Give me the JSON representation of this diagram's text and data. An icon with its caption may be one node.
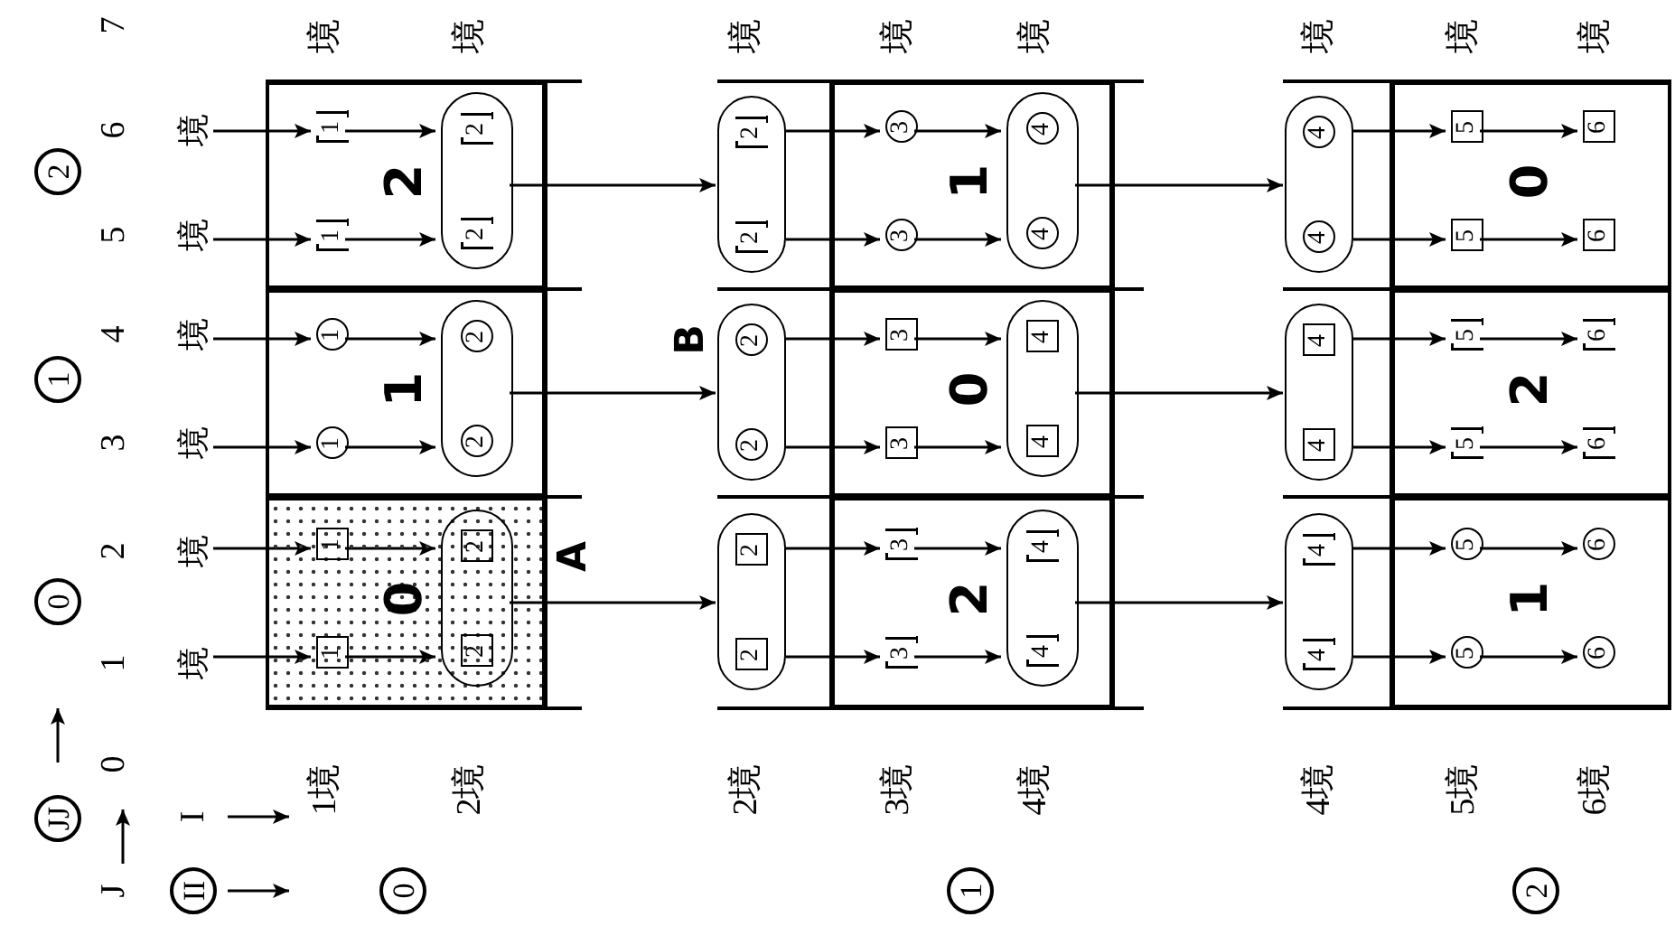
{
  "diagram": {
    "nodes": [
      {
        "text": [
          "境"
        ]
      },
      {
        "text": [
          "境"
        ]
      },
      {
        "text": [
          "境"
        ]
      },
      {
        "text": [
          "境"
        ]
      },
      {
        "text": [
          "境"
        ]
      },
      {
        "text": [
          "境"
        ]
      },
      {
        "text": [
          "0"
        ]
      },
      {
        "text": [
          "1"
        ],
        "in": 6
      },
      {
        "text": [
          "1"
        ],
        "in": 6
      },
      {
        "text": [
          "2",
          "2"
        ],
        "in": 6
      },
      {
        "text": [
          "1"
        ]
      },
      {
        "text": [
          "1"
        ],
        "in": 10
      },
      {
        "text": [
          "1"
        ],
        "in": 10
      },
      {
        "text": [
          "2",
          "2"
        ],
        "in": 10
      },
      {
        "text": [
          "2"
        ]
      },
      {
        "text": [
          "1"
        ],
        "in": 14
      },
      {
        "text": [
          "1"
        ],
        "in": 14
      },
      {
        "text": [
          "2",
          "2"
        ],
        "in": 14
      },
      {
        "text": [
          "2",
          "2"
        ]
      },
      {
        "text": [
          "2"
        ]
      },
      {
        "text": [
          "3"
        ],
        "in": 19
      },
      {
        "text": [
          "3"
        ],
        "in": 19
      },
      {
        "text": [
          "4",
          "4"
        ],
        "in": 19
      },
      {
        "text": [
          "2",
          "2"
        ]
      },
      {
        "text": [
          "0"
        ]
      },
      {
        "text": [
          "3"
        ],
        "in": 24
      },
      {
        "text": [
          "3"
        ],
        "in": 24
      },
      {
        "text": [
          "4",
          "4"
        ],
        "in": 24
      },
      {
        "text": [
          "2",
          "2"
        ]
      },
      {
        "text": [
          "1"
        ]
      },
      {
        "text": [
          "3"
        ],
        "in": 29
      },
      {
        "text": [
          "3"
        ],
        "in": 29
      },
      {
        "text": [
          "4",
          "4"
        ],
        "in": 29
      },
      {
        "text": [
          "4",
          "4"
        ]
      },
      {
        "text": [
          "1"
        ]
      },
      {
        "text": [
          "5"
        ],
        "in": 34
      },
      {
        "text": [
          "5"
        ],
        "in": 34
      },
      {
        "text": [
          "6"
        ],
        "in": 34
      },
      {
        "text": [
          "6"
        ],
        "in": 34
      },
      {
        "text": [
          "4",
          "4"
        ]
      },
      {
        "text": [
          "2"
        ]
      },
      {
        "text": [
          "5"
        ],
        "in": 40
      },
      {
        "text": [
          "5"
        ],
        "in": 40
      },
      {
        "text": [
          "6"
        ],
        "in": 40
      },
      {
        "text": [
          "6"
        ],
        "in": 40
      },
      {
        "text": [
          "4",
          "4"
        ]
      },
      {
        "text": [
          "0"
        ]
      },
      {
        "text": [
          "5"
        ],
        "in": 46
      },
      {
        "text": [
          "5"
        ],
        "in": 46
      },
      {
        "text": [
          "6"
        ],
        "in": 46
      },
      {
        "text": [
          "6"
        ],
        "in": 46
      }
    ],
    "edges": [
      {
        "from": 0,
        "to": 7,
        "arrow": "to"
      },
      {
        "from": 1,
        "to": 8,
        "arrow": "to"
      },
      {
        "from": 7,
        "to": 9,
        "arrow": "to"
      },
      {
        "from": 8,
        "to": 9,
        "arrow": "to"
      },
      {
        "from": 2,
        "to": 11,
        "arrow": "to"
      },
      {
        "from": 3,
        "to": 12,
        "arrow": "to"
      },
      {
        "from": 11,
        "to": 13,
        "arrow": "to"
      },
      {
        "from": 12,
        "to": 13,
        "arrow": "to"
      },
      {
        "from": 4,
        "to": 15,
        "arrow": "to"
      },
      {
        "from": 5,
        "to": 16,
        "arrow": "to"
      },
      {
        "from": 15,
        "to": 17,
        "arrow": "to"
      },
      {
        "from": 16,
        "to": 17,
        "arrow": "to"
      },
      {
        "from": 9,
        "to": 18,
        "arrow": "to"
      },
      {
        "from": 13,
        "to": 23,
        "arrow": "to"
      },
      {
        "from": 17,
        "to": 28,
        "arrow": "to"
      },
      {
        "from": 18,
        "to": 20,
        "arrow": "to"
      },
      {
        "from": 18,
        "to": 21,
        "arrow": "to"
      },
      {
        "from": 20,
        "to": 22,
        "arrow": "to"
      },
      {
        "from": 21,
        "to": 22,
        "arrow": "to"
      },
      {
        "from": 23,
        "to": 25,
        "arrow": "to"
      },
      {
        "from": 23,
        "to": 26,
        "arrow": "to"
      },
      {
        "from": 25,
        "to": 27,
        "arrow": "to"
      },
      {
        "from": 26,
        "to": 27,
        "arrow": "to"
      },
      {
        "from": 28,
        "to": 30,
        "arrow": "to"
      },
      {
        "from": 28,
        "to": 31,
        "arrow": "to"
      },
      {
        "from": 30,
        "to": 32,
        "arrow": "to"
      },
      {
        "from": 31,
        "to": 32,
        "arrow": "to"
      },
      {
        "from": 22,
        "to": 33,
        "arrow": "to"
      },
      {
        "from": 27,
        "to": 39,
        "arrow": "to"
      },
      {
        "from": 32,
        "to": 45,
        "arrow": "to"
      },
      {
        "from": 33,
        "to": 35,
        "arrow": "to"
      },
      {
        "from": 33,
        "to": 36,
        "arrow": "to"
      },
      {
        "from": 35,
        "to": 37,
        "arrow": "to"
      },
      {
        "from": 36,
        "to": 38,
        "arrow": "to"
      },
      {
        "from": 39,
        "to": 41,
        "arrow": "to"
      },
      {
        "from": 39,
        "to": 42,
        "arrow": "to"
      },
      {
        "from": 41,
        "to": 43,
        "arrow": "to"
      },
      {
        "from": 42,
        "to": 44,
        "arrow": "to"
      },
      {
        "from": 45,
        "to": 47,
        "arrow": "to"
      },
      {
        "from": 45,
        "to": 48,
        "arrow": "to"
      },
      {
        "from": 47,
        "to": 49,
        "arrow": "to"
      },
      {
        "from": 48,
        "to": 50,
        "arrow": "to"
      }
    ],
    "labels": [
      "JJ",
      "0",
      "1",
      "2",
      "J",
      "0",
      "1",
      "2",
      "3",
      "4",
      "5",
      "6",
      "7",
      "II",
      "I",
      "1境",
      "境",
      "0",
      "2境",
      "境",
      "A",
      "B",
      "2境",
      "境",
      "3境",
      "境",
      "1",
      "4境",
      "境",
      "4境",
      "境",
      "5境",
      "境",
      "2",
      "6境",
      "境"
    ]
  }
}
